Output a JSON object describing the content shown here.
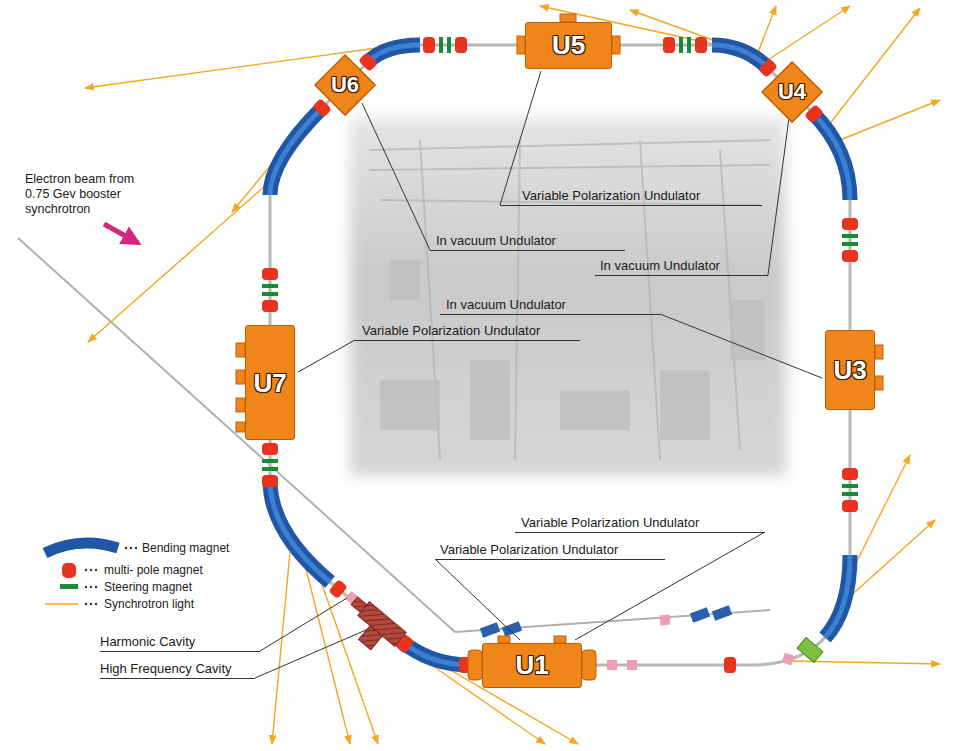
{
  "diagram": {
    "nodes": [
      {
        "text": [
          "U5"
        ]
      },
      {
        "text": [
          "U6"
        ]
      },
      {
        "text": [
          "U4"
        ]
      },
      {
        "text": [
          "U7"
        ]
      },
      {
        "text": [
          "U3"
        ]
      },
      {
        "text": [
          "U1"
        ]
      }
    ],
    "labels": [
      "Electron beam from 0.75 Gev booster synchrotron",
      "Variable Polarization Undulator",
      "In vacuum Undulator",
      "In vacuum Undulator",
      "In vacuum Undulator",
      "Variable Polarization Undulator",
      "Variable Polarization Undulator",
      "Variable Polarization Undulator",
      "Harmonic Cavity",
      "High Frequency Cavity"
    ],
    "legend": [
      {
        "text": "Bending magnet"
      },
      {
        "text": "multi- pole magnet",
        "color": "#e8331e"
      },
      {
        "text": "Steering magnet",
        "color": "#1a8a3a"
      },
      {
        "text": "Synchrotron light"
      }
    ]
  }
}
